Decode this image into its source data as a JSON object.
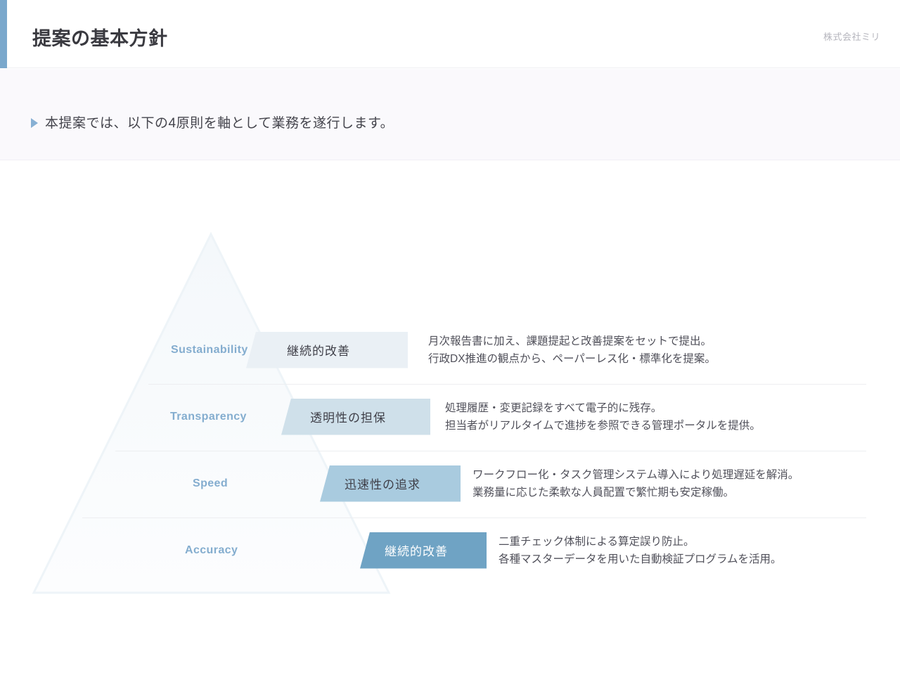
{
  "header": {
    "title": "提案の基本方針",
    "brand": "株式会社ミリ",
    "accent_color": "#7aa8cc"
  },
  "lead": {
    "marker_icon": "triangle-right-icon",
    "text": "本提案では、以下の4原則を軸として業務を遂行します。"
  },
  "pyramid": {
    "shape": "triangle-outline",
    "levels": [
      {
        "en_label": "Sustainability",
        "banner_label": "継続的改善",
        "banner_color": "#eaf0f5",
        "banner_text_color": "#3f3f48",
        "description_line1": "月次報告書に加え、課題提起と改善提案をセットで提出。",
        "description_line2": "行政DX推進の観点から、ペーパーレス化・標準化を提案。"
      },
      {
        "en_label": "Transparency",
        "banner_label": "透明性の担保",
        "banner_color": "#cfe0ea",
        "banner_text_color": "#3f3f48",
        "description_line1": "処理履歴・変更記録をすべて電子的に残存。",
        "description_line2": "担当者がリアルタイムで進捗を参照できる管理ポータルを提供。"
      },
      {
        "en_label": "Speed",
        "banner_label": "迅速性の追求",
        "banner_color": "#a9cbdf",
        "banner_text_color": "#3f3f48",
        "description_line1": "ワークフロー化・タスク管理システム導入により処理遅延を解消。",
        "description_line2": "業務量に応じた柔軟な人員配置で繁忙期も安定稼働。"
      },
      {
        "en_label": "Accuracy",
        "banner_label": "継続的改善",
        "banner_color": "#6fa3c4",
        "banner_text_color": "#ffffff",
        "description_line1": "二重チェック体制による算定誤り防止。",
        "description_line2": "各種マスターデータを用いた自動検証プログラムを活用。"
      }
    ]
  }
}
